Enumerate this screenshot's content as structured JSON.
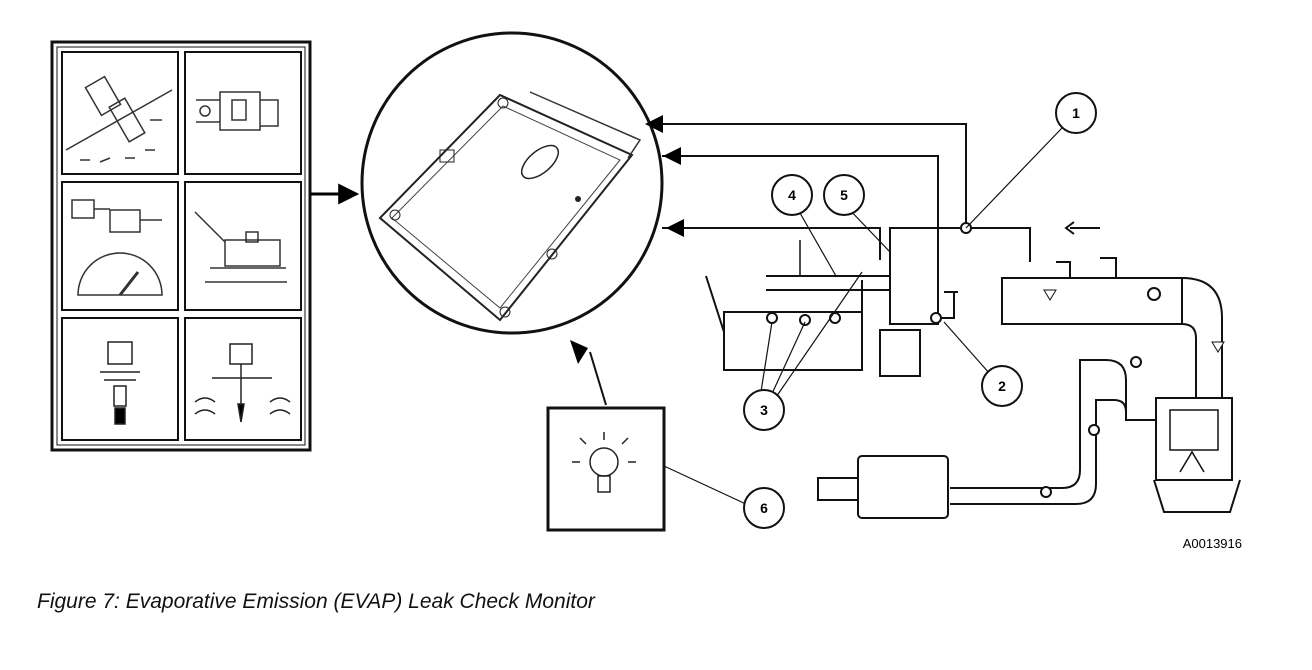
{
  "figure": {
    "caption": "Figure 7: Evaporative Emission (EVAP) Leak Check Monitor",
    "figure_id": "A0013916"
  },
  "callouts": [
    "1",
    "2",
    "3",
    "4",
    "5",
    "6"
  ],
  "colors": {
    "line": "#111111",
    "fill": "#ffffff",
    "ink": "#000000"
  },
  "icons": [
    "sensor-panel-icons",
    "engine-control-module",
    "malfunction-indicator-lamp-icon",
    "fuel-tank",
    "evap-canister",
    "purge-valve",
    "intake-manifold",
    "exhaust-muffler"
  ]
}
